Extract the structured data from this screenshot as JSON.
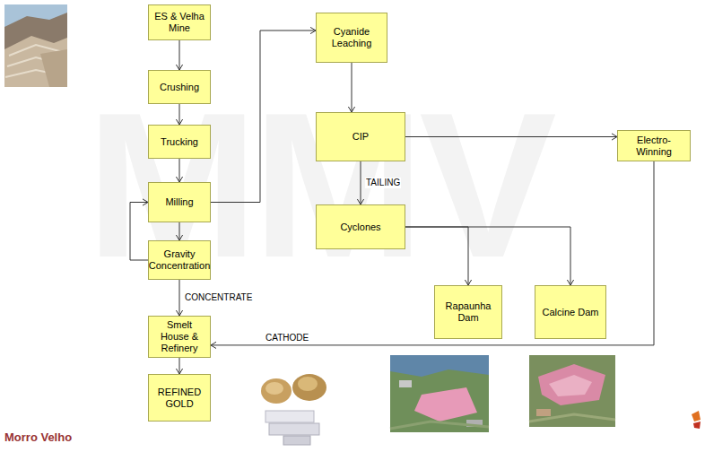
{
  "diagram": {
    "nodes": [
      {
        "text": [
          "ES & Velha Mine"
        ]
      },
      {
        "text": [
          "Crushing"
        ]
      },
      {
        "text": [
          "Trucking"
        ]
      },
      {
        "text": [
          "Milling"
        ]
      },
      {
        "text": [
          "Gravity Concentration"
        ]
      },
      {
        "text": [
          "Cyanide Leaching"
        ]
      },
      {
        "text": [
          "CIP"
        ]
      },
      {
        "text": [
          "Electro-Winning"
        ]
      },
      {
        "text": [
          "Cyclones"
        ]
      },
      {
        "text": [
          "Rapaunha Dam"
        ]
      },
      {
        "text": [
          "Calcine Dam"
        ]
      },
      {
        "text": [
          "Smelt House & Refinery"
        ]
      },
      {
        "text": [
          "REFINED GOLD"
        ]
      }
    ],
    "edges": [
      {
        "from": 0,
        "to": 1,
        "arrow": "to"
      },
      {
        "from": 1,
        "to": 2,
        "arrow": "to"
      },
      {
        "from": 2,
        "to": 3,
        "arrow": "to"
      },
      {
        "from": 3,
        "to": 4,
        "arrow": "to"
      },
      {
        "from": 4,
        "to": 3,
        "arrow": "to"
      },
      {
        "from": 3,
        "to": 5,
        "arrow": "to"
      },
      {
        "from": 5,
        "to": 6,
        "arrow": "to"
      },
      {
        "from": 6,
        "to": 7,
        "arrow": "to"
      },
      {
        "from": 6,
        "to": 8,
        "label": "TAILING",
        "arrow": "to"
      },
      {
        "from": 8,
        "to": 9,
        "arrow": "to"
      },
      {
        "from": 8,
        "to": 10,
        "arrow": "to"
      },
      {
        "from": 4,
        "to": 11,
        "label": "CONCENTRATE",
        "arrow": "to"
      },
      {
        "from": 7,
        "to": 11,
        "label": "CATHODE",
        "arrow": "to"
      },
      {
        "from": 11,
        "to": 12,
        "arrow": "to"
      }
    ],
    "labels": [
      "MMV",
      "Morro Velho"
    ]
  }
}
